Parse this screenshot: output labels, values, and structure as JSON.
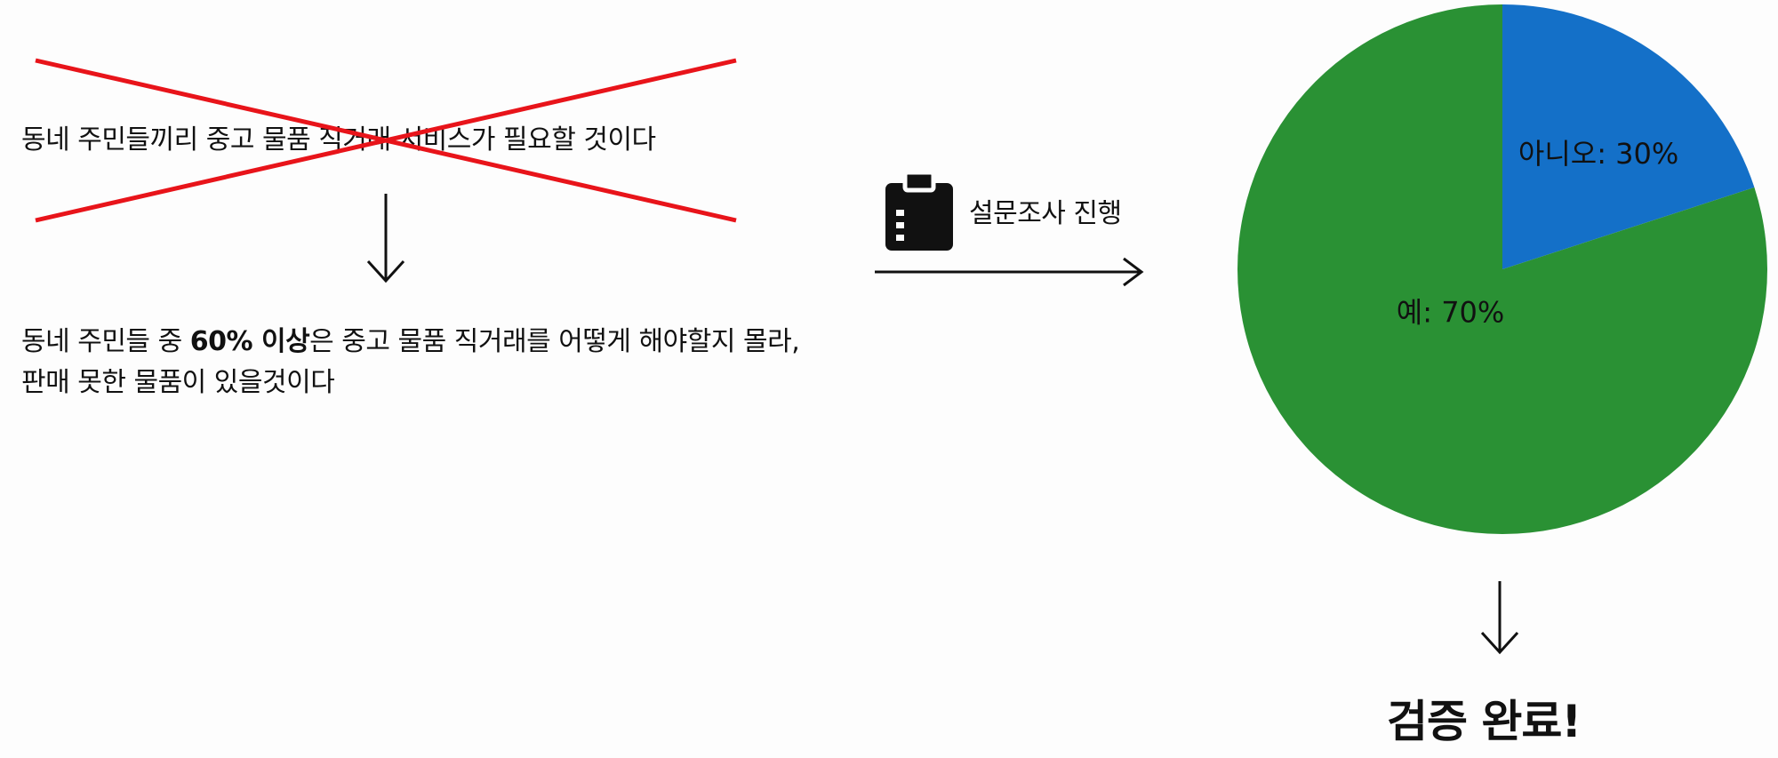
{
  "hypothesis": {
    "text": "동네 주민들끼리 중고 물품 직거래 서비스가 필요할 것이다"
  },
  "finding": {
    "line1_prefix": "동네 주민들 중 ",
    "line1_bold": "60% 이상",
    "line1_suffix": "은 중고 물품 직거래를 어떻게 해야할지 몰라,",
    "line2": "판매 못한 물품이 있을것이다"
  },
  "survey": {
    "label": "설문조사 진행",
    "icon": "clipboard-icon"
  },
  "chart_data": {
    "type": "pie",
    "slices": [
      {
        "label": "아니오: 30%",
        "value": 20,
        "color": "#1470c8"
      },
      {
        "label": "예: 70%",
        "value": 80,
        "color": "#2a9134"
      }
    ]
  },
  "conclusion": {
    "text": "검증 완료!"
  },
  "colors": {
    "cross": "#e8141a",
    "arrow": "#111111"
  }
}
